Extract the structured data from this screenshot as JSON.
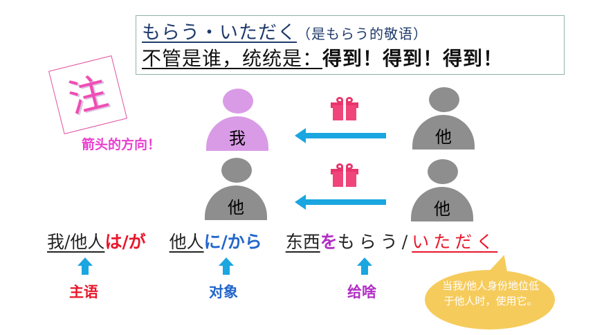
{
  "title": {
    "line1_main": "もらう・いただく",
    "line1_note": "（是もらう的敬语）",
    "line2_prefix": "不管是谁，统统是：",
    "line2_emphasis": "得到！得到！得到！"
  },
  "note": {
    "char": "注",
    "hint": "箭头的方向！"
  },
  "diagram": {
    "row1": {
      "receiver": "我",
      "giver": "他"
    },
    "row2": {
      "receiver": "他",
      "giver": "他"
    }
  },
  "sentence": {
    "subject": "我/他人",
    "subject_particle": "は/が",
    "target": "他人",
    "target_particle": "に/から",
    "object": "东西",
    "object_particle": "を",
    "verb_plain": "もらう/",
    "verb_honorific": "いただく"
  },
  "roles": {
    "subject": "主语",
    "target": "对象",
    "object": "给啥"
  },
  "callout": {
    "text": "当我/他人身份地位低于他人时，使用它。"
  },
  "colors": {
    "accent_blue": "#1aa6e0",
    "red": "#e8162a",
    "blue": "#2266cc",
    "purple": "#b12dc4",
    "pink": "#f04db5",
    "callout": "#f5cb5c",
    "gift": "#f0457a"
  },
  "icons": [
    "gift-icon",
    "person-icon",
    "arrow-left-icon",
    "arrow-up-icon"
  ]
}
